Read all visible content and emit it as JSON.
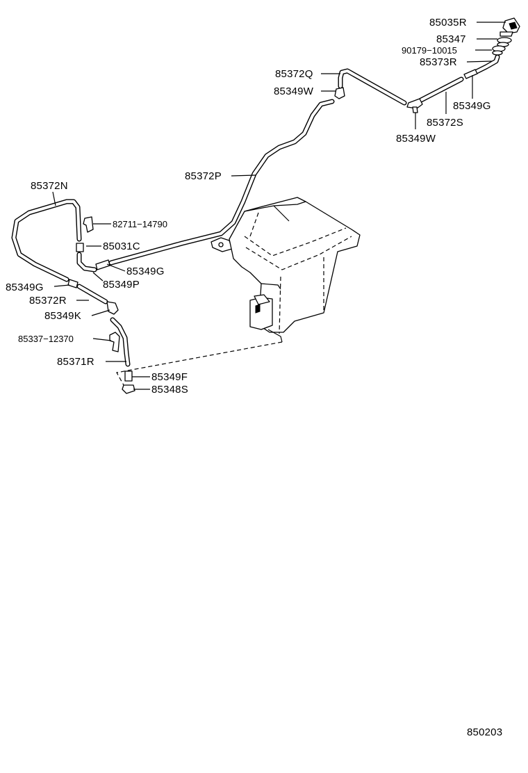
{
  "diagram": {
    "parts": [
      {
        "id": "p_85035R",
        "label": "85035R"
      },
      {
        "id": "p_85347",
        "label": "85347"
      },
      {
        "id": "p_90179",
        "label": "90179−10015"
      },
      {
        "id": "p_85373R",
        "label": "85373R"
      },
      {
        "id": "p_85372Q",
        "label": "85372Q"
      },
      {
        "id": "p_85349W_a",
        "label": "85349W"
      },
      {
        "id": "p_85349G_a",
        "label": "85349G"
      },
      {
        "id": "p_85372S",
        "label": "85372S"
      },
      {
        "id": "p_85349W_b",
        "label": "85349W"
      },
      {
        "id": "p_85372P",
        "label": "85372P"
      },
      {
        "id": "p_85372N",
        "label": "85372N"
      },
      {
        "id": "p_82711",
        "label": "82711−14790"
      },
      {
        "id": "p_85031C",
        "label": "85031C"
      },
      {
        "id": "p_85349G_b",
        "label": "85349G"
      },
      {
        "id": "p_85349P",
        "label": "85349P"
      },
      {
        "id": "p_85349G_c",
        "label": "85349G"
      },
      {
        "id": "p_85372R",
        "label": "85372R"
      },
      {
        "id": "p_85349K",
        "label": "85349K"
      },
      {
        "id": "p_85337",
        "label": "85337−12370"
      },
      {
        "id": "p_85371R",
        "label": "85371R"
      },
      {
        "id": "p_85349F",
        "label": "85349F"
      },
      {
        "id": "p_85348S",
        "label": "85348S"
      }
    ],
    "figure_code": "850203"
  }
}
